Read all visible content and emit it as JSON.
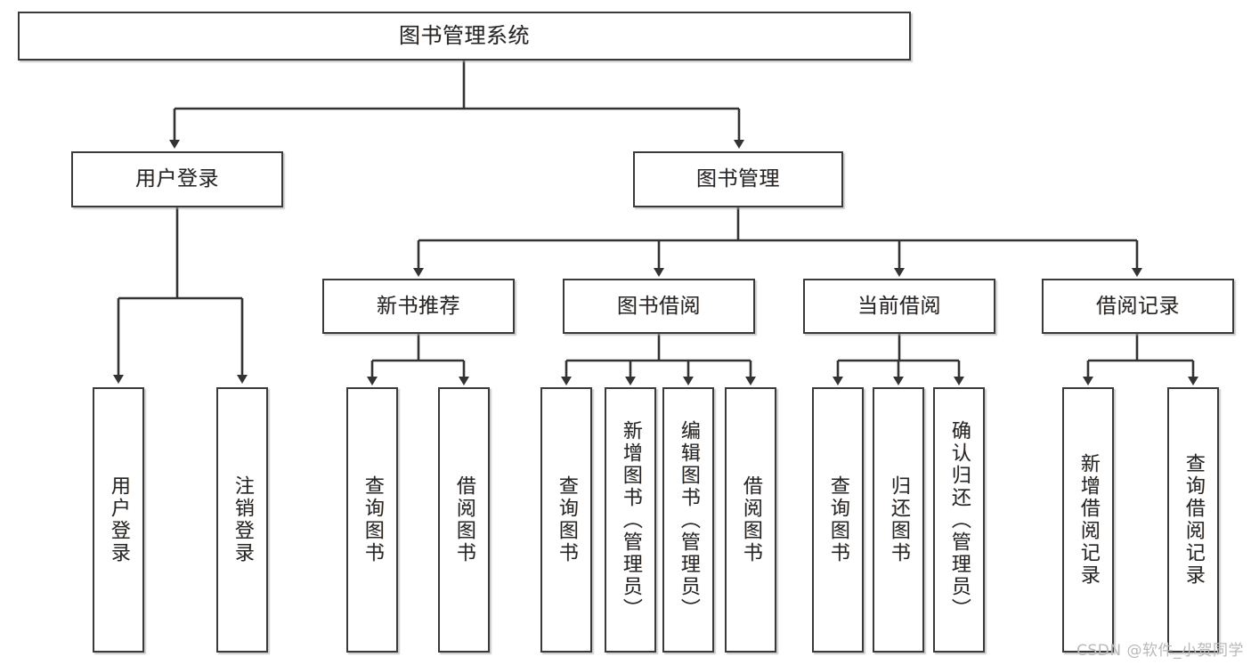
{
  "diagram": {
    "title": "图书管理系统",
    "watermark": "CSDN @软件_小贺同学",
    "colors": {
      "box_border": "#3a3a3a",
      "box_fill": "#ffffff",
      "connector": "#333333",
      "text": "#262626",
      "watermark": "#b9b9b9",
      "background": "#ffffff"
    },
    "root": {
      "label": "图书管理系统"
    },
    "level2": [
      {
        "label": "用户登录"
      },
      {
        "label": "图书管理"
      }
    ],
    "level3": [
      {
        "label": "新书推荐"
      },
      {
        "label": "图书借阅"
      },
      {
        "label": "当前借阅"
      },
      {
        "label": "借阅记录"
      }
    ],
    "leaves": {
      "user_login": [
        {
          "label": "用户登录"
        },
        {
          "label": "注销登录"
        }
      ],
      "new_book_recommend": [
        {
          "label": "查询图书"
        },
        {
          "label": "借阅图书"
        }
      ],
      "book_borrow": [
        {
          "label": "查询图书"
        },
        {
          "label": "新增图书（管理员）"
        },
        {
          "label": "编辑图书（管理员）"
        },
        {
          "label": "借阅图书"
        }
      ],
      "current_borrow": [
        {
          "label": "查询图书"
        },
        {
          "label": "归还图书"
        },
        {
          "label": "确认归还（管理员）"
        }
      ],
      "borrow_record": [
        {
          "label": "新增借阅记录"
        },
        {
          "label": "查询借阅记录"
        }
      ]
    }
  }
}
